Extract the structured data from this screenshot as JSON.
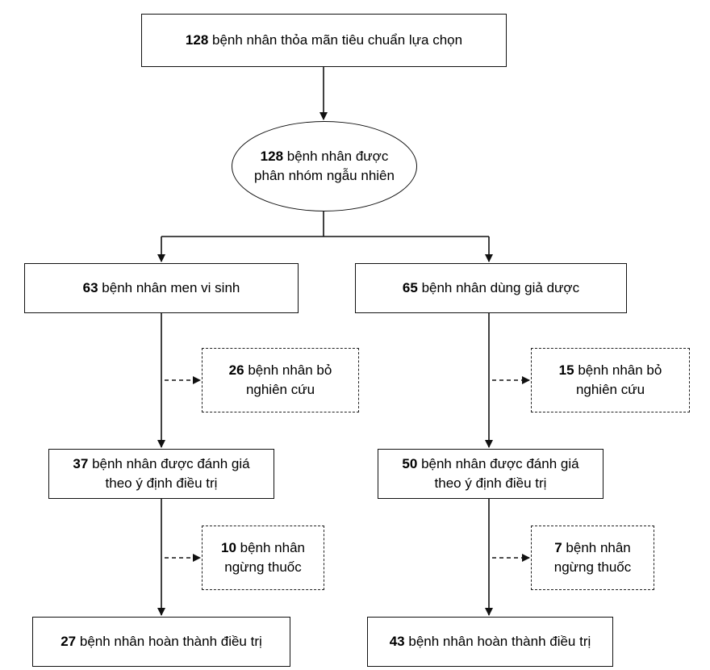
{
  "nodes": {
    "eligible": {
      "count": "128",
      "text": "bệnh nhân thỏa mãn tiêu chuẩn lựa chọn"
    },
    "randomized": {
      "count": "128",
      "line1": "bệnh nhân được",
      "line2": "phân nhóm ngẫu nhiên"
    },
    "probiotic_group": {
      "count": "63",
      "text": "bệnh nhân men vi sinh"
    },
    "placebo_group": {
      "count": "65",
      "text": "bệnh nhân dùng giả dược"
    },
    "probiotic_dropout": {
      "count": "26",
      "line1": "bệnh nhân bỏ",
      "line2": "nghiên cứu"
    },
    "placebo_dropout": {
      "count": "15",
      "line1": "bệnh nhân bỏ",
      "line2": "nghiên cứu"
    },
    "probiotic_itt": {
      "count": "37",
      "line1": "bệnh nhân được đánh giá",
      "line2": "theo ý định điều trị"
    },
    "placebo_itt": {
      "count": "50",
      "line1": "bệnh nhân được đánh giá",
      "line2": "theo ý định điều trị"
    },
    "probiotic_stopped": {
      "count": "10",
      "line1": "bệnh nhân",
      "line2": "ngừng thuốc"
    },
    "placebo_stopped": {
      "count": "7",
      "line1": "bệnh nhân",
      "line2": "ngừng thuốc"
    },
    "probiotic_completed": {
      "count": "27",
      "text": "bệnh nhân hoàn thành điều trị"
    },
    "placebo_completed": {
      "count": "43",
      "text": "bệnh nhân hoàn thành điều trị"
    }
  }
}
